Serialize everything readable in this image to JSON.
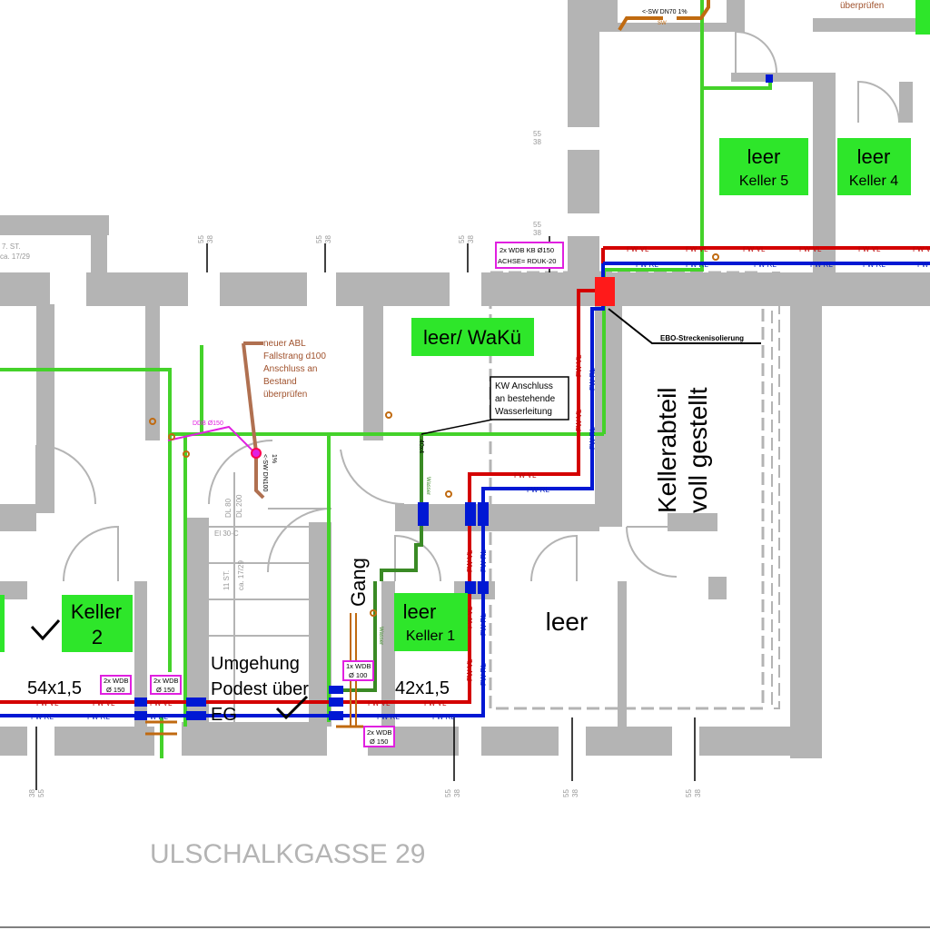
{
  "rooms": {
    "keller5": {
      "status": "leer",
      "name": "Keller 5"
    },
    "keller4": {
      "status": "leer",
      "name": "Keller 4"
    },
    "waku": {
      "label": "leer/ WaKü"
    },
    "keller1": {
      "status": "leer",
      "name": "Keller 1"
    },
    "keller2": {
      "name": "Keller",
      "number": "2"
    },
    "leer_room": {
      "label": "leer"
    },
    "kellerabteil": {
      "line1": "Kellerabteil",
      "line2": "voll gestellt"
    },
    "gang": {
      "label": "Gang"
    }
  },
  "notes": {
    "umgehung": [
      "Umgehung",
      "Podest über",
      "EG"
    ],
    "pipe_54": "54x1,5",
    "pipe_42": "42x1,5",
    "kw_anschluss": [
      "KW Anschluss",
      "an bestehende",
      "Wasserleitung"
    ],
    "abl": [
      "neuer ABL",
      "Fallstrang d100",
      "Anschluss an",
      "Bestand",
      "überprüfen"
    ],
    "top_right_note": "überprüfen",
    "ddb": "DDB Ø150",
    "sw_dn100": "<-SW DN100",
    "sw_pct": "1%",
    "sw_dn70": "<-SW DN70 1%",
    "sw": "SW",
    "street": "ULSCHALKGASSE 29",
    "ebo": "EBO-Streckenisolierung",
    "wdb_kb": [
      "2x WDB KB Ø150",
      "ACHSE= RDUK-20"
    ],
    "wdb_2x": [
      "2x WDB",
      "Ø 150"
    ],
    "wdb_1x": [
      "1x WDB",
      "Ø 100"
    ],
    "wasser": "Wasser",
    "size_40x4": "40x4",
    "stair": [
      "7. ST.",
      "ca. 17/29"
    ],
    "stair2": [
      "11 ST.",
      "ca. 17/29"
    ],
    "el": "El 30-C",
    "dl": [
      "DL 80",
      "DL 200"
    ],
    "dim": [
      "55",
      "38"
    ]
  },
  "pipe_labels": {
    "vl": "FW VL",
    "rl": "FW RL"
  },
  "colors": {
    "supply": "#d40000",
    "return": "#0018d4",
    "water": "#44d22a",
    "sewer": "#c06a10",
    "wall": "#b4b4b4",
    "room_tag": "#2ee62a"
  }
}
